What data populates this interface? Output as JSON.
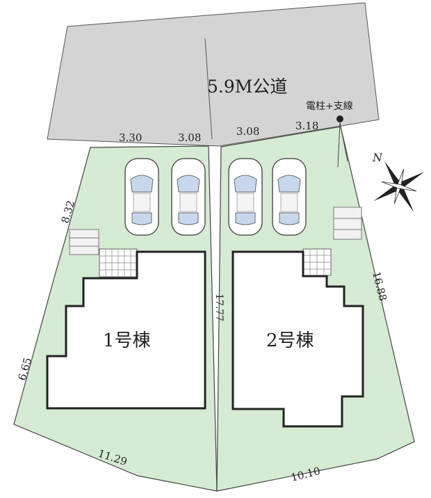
{
  "road": {
    "label": "5.9M公道",
    "color": "#d4d4d4"
  },
  "utility_pole": {
    "label": "電柱+支線"
  },
  "buildings": [
    {
      "label": "1号棟"
    },
    {
      "label": "2号棟"
    }
  ],
  "dimensions": {
    "front_a": "3.30",
    "front_b": "3.08",
    "front_c": "3.08",
    "front_d": "3.18",
    "side_upper_left": "8.32",
    "side_lower_left": "6.65",
    "bottom_left": "11.29",
    "bottom_right": "10.10",
    "side_right": "16.88",
    "middle": "17.77"
  },
  "compass": {
    "label": "N"
  },
  "colors": {
    "lot": "#d5ebd3",
    "outline": "#222222",
    "building_fill": "#ffffff"
  }
}
